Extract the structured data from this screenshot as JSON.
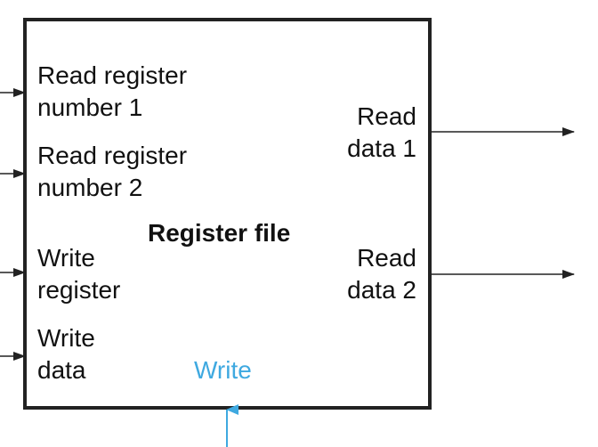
{
  "block": {
    "title": "Register file"
  },
  "inputs": [
    {
      "label": "Read register\nnumber 1"
    },
    {
      "label": "Read register\nnumber 2"
    },
    {
      "label": "Write\nregister"
    },
    {
      "label": "Write\ndata"
    }
  ],
  "outputs": [
    {
      "label": "Read\ndata 1"
    },
    {
      "label": "Read\ndata 2"
    }
  ],
  "control": {
    "label": "Write"
  },
  "colors": {
    "line": "#222222",
    "control": "#3fa9e0"
  }
}
